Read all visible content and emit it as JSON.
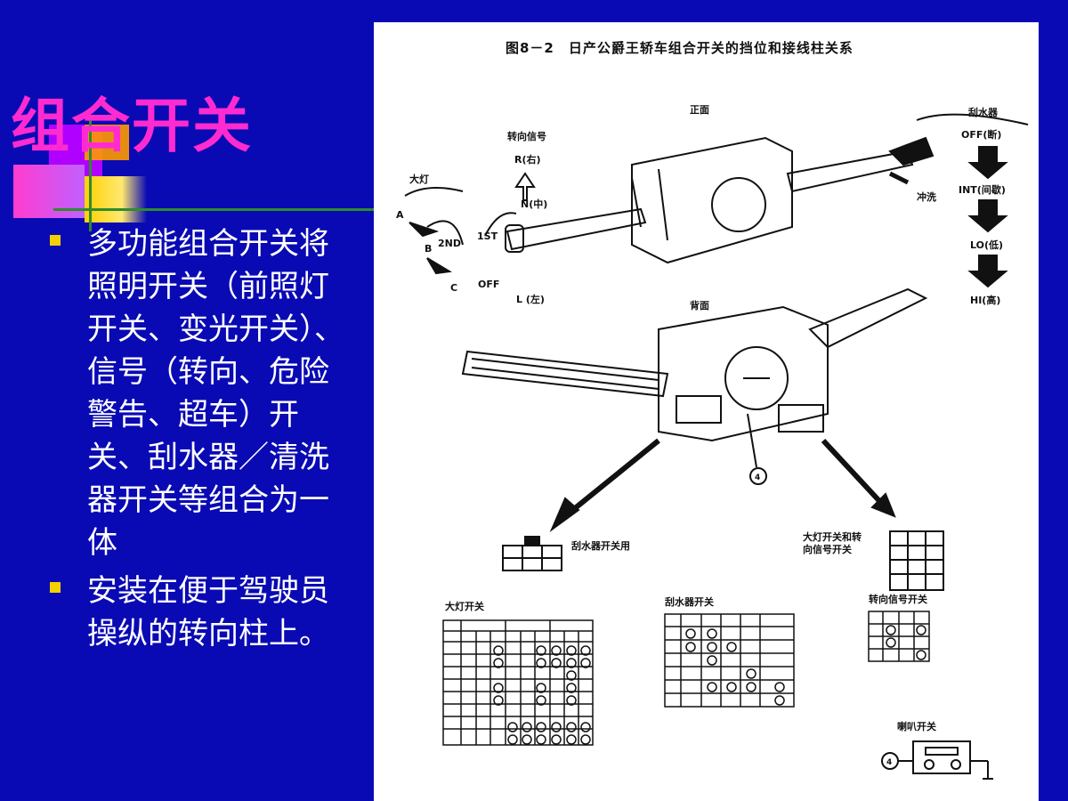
{
  "slide": {
    "title": "组合开关",
    "bullets": [
      "多功能组合开关将照明开关（前照灯开关、变光开关）、信号（转向、危险警告、超车）开关、刮水器／清洗器开关等组合为一体",
      "安装在便于驾驶员操纵的转向柱上。"
    ]
  },
  "figure": {
    "caption": "图8－2　日产公爵王轿车组合开关的挡位和接线柱关系",
    "front_label": "正面",
    "back_label": "背面",
    "turn_signal_label": "转向信号",
    "turn_r": "R(右)",
    "turn_n": "N(中)",
    "turn_l": "L (左)",
    "headlight_label": "大灯",
    "pos_a": "A",
    "pos_b": "B",
    "pos_c": "C",
    "pos_2nd": "2ND",
    "pos_1st": "1ST",
    "pos_off": "OFF",
    "wiper_label": "刮水器",
    "wiper_off": "OFF(断)",
    "wiper_int": "INT(间歇)",
    "wiper_lo": "LO(低)",
    "wiper_hi": "HI(高)",
    "washer_label": "冲洗",
    "circle_4": "4",
    "wiper_conn_label": "刮水器开关用",
    "head_conn_label_1": "大灯开关和转",
    "head_conn_label_2": "向信号开关",
    "table_head_title": "大灯开关",
    "table_wiper_title": "刮水器开关",
    "table_turn_title": "转向信号开关",
    "horn_title": "喇叭开关"
  }
}
